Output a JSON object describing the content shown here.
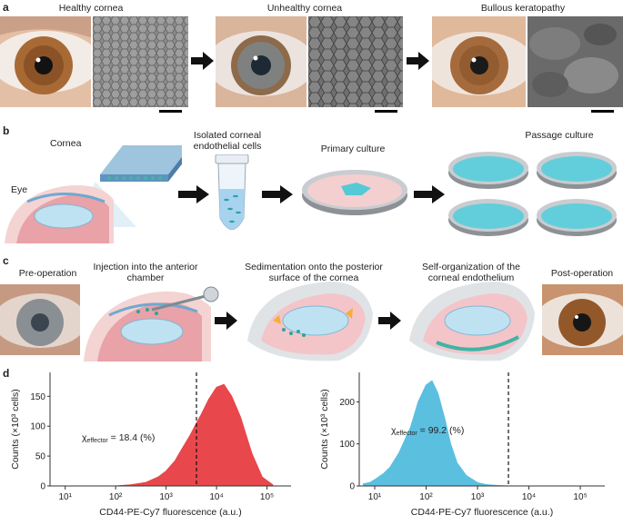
{
  "panels": {
    "a": {
      "label": "a",
      "captions": [
        "Healthy cornea",
        "Unhealthy cornea",
        "Bullous keratopathy"
      ]
    },
    "b": {
      "label": "b",
      "labels": {
        "cornea": "Cornea",
        "eye": "Eye",
        "isolated": "Isolated corneal endothelial cells",
        "primary": "Primary culture",
        "passage": "Passage culture"
      }
    },
    "c": {
      "label": "c",
      "labels": {
        "pre": "Pre-operation",
        "injection": "Injection into the anterior chamber",
        "sedimentation": "Sedimentation onto the posterior surface of the cornea",
        "selforg": "Self-organization of the corneal endothelium",
        "post": "Post-operation"
      }
    },
    "d": {
      "label": "d"
    }
  },
  "chart_data": [
    {
      "type": "area",
      "title": "",
      "xlabel": "CD44-PE-Cy7 fluorescence (a.u.)",
      "ylabel": "Counts (×10³ cells)",
      "x_scale": "log",
      "xlim": [
        5,
        300000
      ],
      "ylim": [
        0,
        190
      ],
      "yticks": [
        0,
        50,
        100,
        150
      ],
      "xticks": [
        "10¹",
        "10²",
        "10³",
        "10⁴",
        "10⁵"
      ],
      "color": "#e8474c",
      "threshold": 4000,
      "annotation": "χeffector = 18.4 (%)",
      "annotation_main": "χ",
      "annotation_sub": "effector",
      "annotation_rest": " = 18.4 (%)",
      "series": [
        {
          "x": [
            100,
            200,
            400,
            700,
            1000,
            1500,
            2000,
            3000,
            4000,
            5000,
            7000,
            10000,
            14000,
            20000,
            30000,
            50000,
            80000,
            130000
          ],
          "values": [
            0,
            2,
            6,
            15,
            25,
            42,
            60,
            85,
            105,
            120,
            145,
            165,
            170,
            150,
            115,
            55,
            15,
            2
          ]
        }
      ]
    },
    {
      "type": "area",
      "title": "",
      "xlabel": "CD44-PE-Cy7 fluorescence (a.u.)",
      "ylabel": "Counts (×10³ cells)",
      "x_scale": "log",
      "xlim": [
        5,
        300000
      ],
      "ylim": [
        0,
        270
      ],
      "yticks": [
        0,
        100,
        200
      ],
      "xticks": [
        "10¹",
        "10²",
        "10³",
        "10⁴",
        "10⁵"
      ],
      "color": "#5bbfe0",
      "threshold": 4000,
      "annotation": "χeffector = 99.2 (%)",
      "annotation_main": "χ",
      "annotation_sub": "effector",
      "annotation_rest": " = 99.2 (%)",
      "series": [
        {
          "x": [
            6,
            8,
            10,
            15,
            20,
            30,
            50,
            70,
            100,
            130,
            170,
            230,
            300,
            400,
            600,
            1000,
            1500,
            2500,
            4000
          ],
          "values": [
            5,
            8,
            15,
            30,
            45,
            80,
            140,
            200,
            240,
            250,
            220,
            160,
            100,
            55,
            25,
            8,
            3,
            1,
            0
          ]
        }
      ]
    }
  ]
}
